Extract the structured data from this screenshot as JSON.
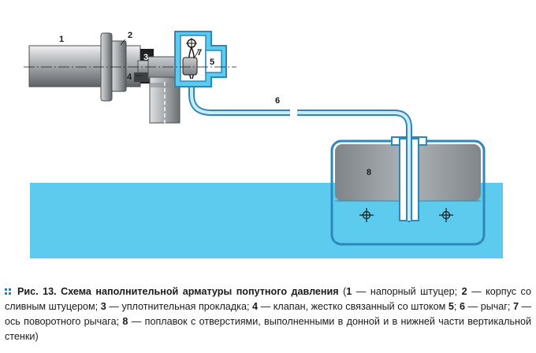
{
  "figure": {
    "labels": {
      "l1": "1",
      "l2": "2",
      "l3": "3",
      "l4": "4",
      "l5": "5",
      "l6": "6",
      "l7": "7",
      "l8": "8"
    }
  },
  "caption": {
    "fig_ref": "Рис. 13.",
    "title": "Схема наполнительной арматуры попутного давления",
    "open": "(",
    "items": [
      {
        "num": "1",
        "text": "напорный штуцер"
      },
      {
        "num": "2",
        "text": "корпус со сливным штуцером"
      },
      {
        "num": "3",
        "text": "уплотнительная прокладка"
      },
      {
        "num": "4",
        "text": "клапан, жестко связанный со штоком"
      },
      {
        "num": "5",
        "text": null
      },
      {
        "num": "6",
        "text": "рычаг"
      },
      {
        "num": "7",
        "text": "ось поворотного рычага"
      },
      {
        "num": "8",
        "text": "поплавок с отверстиями, выполненными в донной и в нижней части вертикальной стенки"
      }
    ],
    "dash": "—",
    "sep_comma": ",",
    "sep_semicolon": ";",
    "close": ")",
    "colors": {
      "accent": "#2c7fa8",
      "water": "#5ccbee",
      "outline": "#2c87bb",
      "float_body": "#9aa1a6",
      "metal_dark": "#6f7377"
    }
  }
}
